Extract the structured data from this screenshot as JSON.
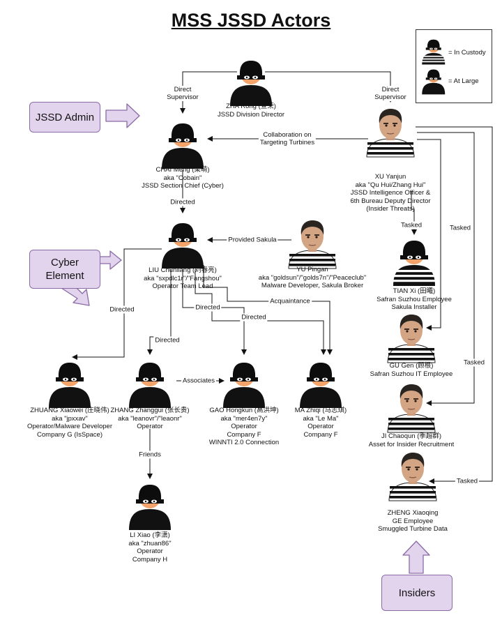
{
  "title": "MSS JSSD Actors",
  "legend": [
    {
      "label": "= In Custody",
      "status": "custody"
    },
    {
      "label": "= At Large",
      "status": "large"
    }
  ],
  "groups": [
    {
      "id": "admin",
      "lines": [
        "JSSD Admin"
      ]
    },
    {
      "id": "cyber",
      "lines": [
        "Cyber",
        "Element"
      ]
    },
    {
      "id": "insiders",
      "lines": [
        "Insiders"
      ]
    }
  ],
  "nodes": [
    {
      "id": "zha",
      "status": "large",
      "figure": "icon",
      "lines": [
        "ZHA Rong (查荣)",
        "JSSD Division Director"
      ]
    },
    {
      "id": "chai",
      "status": "large",
      "figure": "icon",
      "lines": [
        "CHAI Meng (柴萌)",
        "aka \"Cobain\"",
        "JSSD Section Chief (Cyber)"
      ]
    },
    {
      "id": "xu",
      "status": "custody",
      "figure": "photo",
      "lines": [
        "XU Yanjun",
        "aka \"Qu Hui/Zhang Hui\"",
        "JSSD Intelligence Officer &",
        "6th Bureau Deputy Director",
        "(Insider Threats)"
      ]
    },
    {
      "id": "liu",
      "status": "large",
      "figure": "icon",
      "lines": [
        "LIU Chunliang (刘春亮)",
        "aka \"sxpdlc1r\"/\"Fangshou\"",
        "Operator Team Lead"
      ]
    },
    {
      "id": "yu",
      "status": "custody",
      "figure": "photo",
      "lines": [
        "YU Pingan",
        "aka \"goldsun\"/\"golds7n\"/\"Peaceclub\"",
        "Malware Developer, Sakula Broker"
      ]
    },
    {
      "id": "tian",
      "status": "custody",
      "figure": "icon",
      "lines": [
        "TIAN Xi (田曦)",
        "Safran Suzhou Employee",
        "Sakula Installer"
      ]
    },
    {
      "id": "gu",
      "status": "custody",
      "figure": "photo",
      "lines": [
        "GU Gen (顾根)",
        "Safran Suzhou IT Employee"
      ]
    },
    {
      "id": "ji",
      "status": "custody",
      "figure": "photo",
      "lines": [
        "JI Chaoqun (季超群)",
        "Asset for Insider Recruitment"
      ]
    },
    {
      "id": "zheng",
      "status": "custody",
      "figure": "photo",
      "lines": [
        "ZHENG Xiaoqing",
        "GE Employee",
        "Smuggled Turbine Data"
      ]
    },
    {
      "id": "zhuang",
      "status": "large",
      "figure": "icon",
      "lines": [
        "ZHUANG Xiaowei (庄晓伟)",
        "aka \"jpxxav\"",
        "Operator/Malware Developer",
        "Company G (IsSpace)"
      ]
    },
    {
      "id": "zhang",
      "status": "large",
      "figure": "icon",
      "lines": [
        "ZHANG Zhanggui (张长贵)",
        "aka \"leanovr\"/\"leaonr\"",
        "Operator"
      ]
    },
    {
      "id": "gao",
      "status": "large",
      "figure": "icon",
      "lines": [
        "GAO Hongkun (高洪坤)",
        "aka \"mer4en7y\"",
        "Operator",
        "Company F",
        "WINNTI 2.0 Connection"
      ]
    },
    {
      "id": "ma",
      "status": "large",
      "figure": "icon",
      "lines": [
        "MA Zhiqi (马志琪)",
        "aka \"Le Ma\"",
        "Operator",
        "Company F"
      ]
    },
    {
      "id": "li",
      "status": "large",
      "figure": "icon",
      "lines": [
        "LI Xiao (李潇)",
        "aka \"zhuan86\"",
        "Operator",
        "Company H"
      ]
    }
  ],
  "edges": [
    {
      "id": "zha-chai",
      "lines": [
        "Direct",
        "Supervisor"
      ]
    },
    {
      "id": "zha-xu",
      "lines": [
        "Direct",
        "Supervisor"
      ]
    },
    {
      "id": "xu-chai",
      "lines": [
        "Collaboration on",
        "Targeting Turbines"
      ]
    },
    {
      "id": "chai-liu",
      "lines": [
        "Directed"
      ]
    },
    {
      "id": "yu-liu",
      "lines": [
        "Provided Sakula"
      ]
    },
    {
      "id": "xu-tian",
      "lines": [
        "Tasked"
      ]
    },
    {
      "id": "xu-gu",
      "lines": [
        "Tasked"
      ]
    },
    {
      "id": "xu-ji",
      "lines": [
        "Tasked"
      ]
    },
    {
      "id": "xu-zheng",
      "lines": [
        "Tasked"
      ]
    },
    {
      "id": "liu-zhuang",
      "lines": [
        "Directed"
      ]
    },
    {
      "id": "liu-zhang",
      "lines": [
        "Directed"
      ]
    },
    {
      "id": "liu-gao",
      "lines": [
        "Directed"
      ]
    },
    {
      "id": "liu-ma-directed",
      "lines": [
        "Directed"
      ]
    },
    {
      "id": "liu-ma-acq",
      "lines": [
        "Acquaintance"
      ]
    },
    {
      "id": "zhang-gao",
      "lines": [
        "Associates"
      ]
    },
    {
      "id": "zhang-li",
      "lines": [
        "Friends"
      ]
    }
  ]
}
